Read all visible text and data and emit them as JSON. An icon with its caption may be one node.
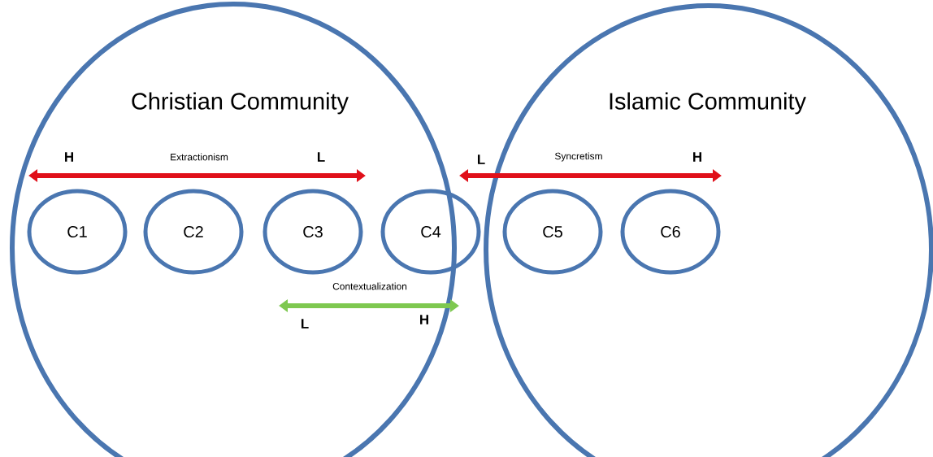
{
  "diagram": {
    "nodes": [
      {
        "text": [
          "Christian Community"
        ]
      },
      {
        "text": [
          "Islamic Community"
        ]
      },
      {
        "text": [
          "C1"
        ],
        "in": 0
      },
      {
        "text": [
          "C2"
        ],
        "in": 0
      },
      {
        "text": [
          "C3"
        ],
        "in": 0
      },
      {
        "text": [
          "C4"
        ]
      },
      {
        "text": [
          "C5"
        ],
        "in": 1
      },
      {
        "text": [
          "C6"
        ],
        "in": 1
      }
    ],
    "edges": [],
    "labels": [
      "H",
      "Extractionism",
      "L",
      "L",
      "Syncretism",
      "H",
      "Contextualization",
      "L",
      "H"
    ]
  }
}
